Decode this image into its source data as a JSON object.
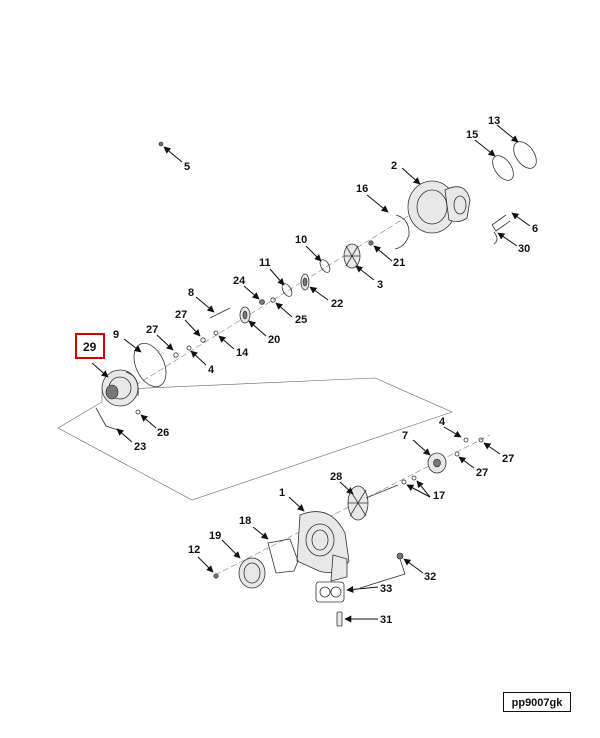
{
  "diagram": {
    "drawing_id": "pp9007gk",
    "highlighted_callout": "29",
    "highlight_color": "#d40000",
    "callouts": [
      {
        "id": "c13",
        "label": "13"
      },
      {
        "id": "c15",
        "label": "15"
      },
      {
        "id": "c5",
        "label": "5"
      },
      {
        "id": "c2",
        "label": "2"
      },
      {
        "id": "c16",
        "label": "16"
      },
      {
        "id": "c6",
        "label": "6"
      },
      {
        "id": "c30",
        "label": "30"
      },
      {
        "id": "c10",
        "label": "10"
      },
      {
        "id": "c21",
        "label": "21"
      },
      {
        "id": "c11",
        "label": "11"
      },
      {
        "id": "c3",
        "label": "3"
      },
      {
        "id": "c24",
        "label": "24"
      },
      {
        "id": "c22",
        "label": "22"
      },
      {
        "id": "c8",
        "label": "8"
      },
      {
        "id": "c25",
        "label": "25"
      },
      {
        "id": "c9",
        "label": "9"
      },
      {
        "id": "c27a",
        "label": "27"
      },
      {
        "id": "c27b",
        "label": "27"
      },
      {
        "id": "c20",
        "label": "20"
      },
      {
        "id": "c29",
        "label": "29"
      },
      {
        "id": "c14",
        "label": "14"
      },
      {
        "id": "c4a",
        "label": "4"
      },
      {
        "id": "c26",
        "label": "26"
      },
      {
        "id": "c23",
        "label": "23"
      },
      {
        "id": "c4b",
        "label": "4"
      },
      {
        "id": "c7",
        "label": "7"
      },
      {
        "id": "c27c",
        "label": "27"
      },
      {
        "id": "c27d",
        "label": "27"
      },
      {
        "id": "c28",
        "label": "28"
      },
      {
        "id": "c17",
        "label": "17"
      },
      {
        "id": "c1",
        "label": "1"
      },
      {
        "id": "c18",
        "label": "18"
      },
      {
        "id": "c19",
        "label": "19"
      },
      {
        "id": "c12",
        "label": "12"
      },
      {
        "id": "c32",
        "label": "32"
      },
      {
        "id": "c33",
        "label": "33"
      },
      {
        "id": "c31",
        "label": "31"
      }
    ]
  }
}
